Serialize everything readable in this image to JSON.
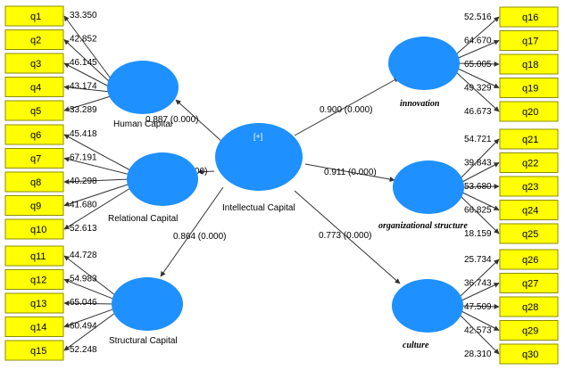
{
  "constructs": {
    "intellectual": {
      "name": "Intellectual Capital",
      "badge": "[+]"
    },
    "human": {
      "name": "Human Capital"
    },
    "relational": {
      "name": "Relational Capital"
    },
    "structural": {
      "name": "Structural Capital"
    },
    "innovation": {
      "name": "innovation"
    },
    "org": {
      "name": "organizational structure"
    },
    "culture": {
      "name": "culture"
    }
  },
  "paths": {
    "human": "0.887 (0.000)",
    "relational": "0.907 (0.000)",
    "structural": "0.864 (0.000)",
    "innovation": "0.900 (0.000)",
    "org": "0.911 (0.000)",
    "culture": "0.773 (0.000)"
  },
  "indicators": {
    "human": [
      {
        "id": "q1",
        "load": "33.350"
      },
      {
        "id": "q2",
        "load": "42.852"
      },
      {
        "id": "q3",
        "load": "46.145"
      },
      {
        "id": "q4",
        "load": "43.174"
      },
      {
        "id": "q5",
        "load": "33.289"
      }
    ],
    "relational": [
      {
        "id": "q6",
        "load": "45.418"
      },
      {
        "id": "q7",
        "load": "67.191"
      },
      {
        "id": "q8",
        "load": "40.298"
      },
      {
        "id": "q9",
        "load": "41.680"
      },
      {
        "id": "q10",
        "load": "52.613"
      }
    ],
    "structural": [
      {
        "id": "q11",
        "load": "44.728"
      },
      {
        "id": "q12",
        "load": "54.983"
      },
      {
        "id": "q13",
        "load": "65.046"
      },
      {
        "id": "q14",
        "load": "60.494"
      },
      {
        "id": "q15",
        "load": "52.248"
      }
    ],
    "innovation": [
      {
        "id": "q16",
        "load": "52.516"
      },
      {
        "id": "q17",
        "load": "64.670"
      },
      {
        "id": "q18",
        "load": "65.005"
      },
      {
        "id": "q19",
        "load": "49.329"
      },
      {
        "id": "q20",
        "load": "46.673"
      }
    ],
    "org": [
      {
        "id": "q21",
        "load": "54.721"
      },
      {
        "id": "q22",
        "load": "39.843"
      },
      {
        "id": "q23",
        "load": "53.680"
      },
      {
        "id": "q24",
        "load": "66.825"
      },
      {
        "id": "q25",
        "load": "18.159"
      }
    ],
    "culture": [
      {
        "id": "q26",
        "load": "25.734"
      },
      {
        "id": "q27",
        "load": "36.743"
      },
      {
        "id": "q28",
        "load": "47.509"
      },
      {
        "id": "q29",
        "load": "42.573"
      },
      {
        "id": "q30",
        "load": "28.310"
      }
    ]
  },
  "colors": {
    "construct": "#1e90ff",
    "indicator": "#ffff00"
  }
}
